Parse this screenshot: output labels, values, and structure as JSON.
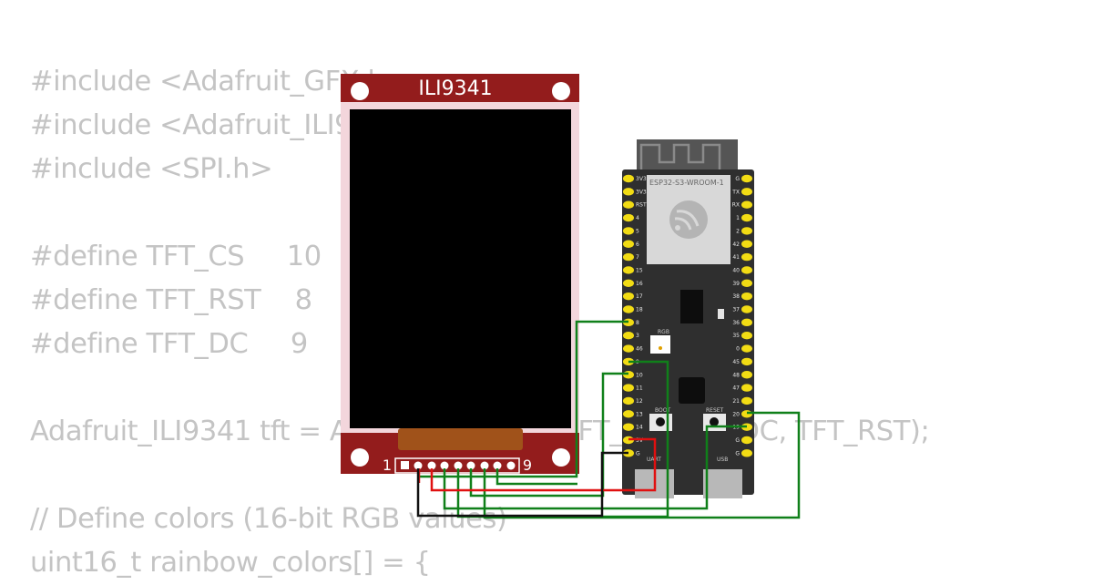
{
  "code": {
    "lines": [
      "#include <Adafruit_GFX.h>",
      "#include <Adafruit_ILI9341.h>",
      "#include <SPI.h>",
      "",
      "#define TFT_CS     10",
      "#define TFT_RST    8",
      "#define TFT_DC     9",
      "",
      "Adafruit_ILI9341 tft = Adafruit_ILI9341(TFT_CS, TFT_DC, TFT_RST);",
      "",
      "// Define colors (16-bit RGB values)",
      "uint16_t rainbow_colors[] = {"
    ]
  },
  "display": {
    "title": "ILI9341",
    "pin_first": "1",
    "pin_last": "9",
    "colors": {
      "board": "#931c1c",
      "screen": "#000000",
      "frame": "#f3d6dc",
      "ribbon": "#a0521a"
    }
  },
  "board": {
    "module_label": "ESP32-S3-WROOM-1",
    "rgb_label": "RGB",
    "boot_label": "BOOT",
    "reset_label": "RESET",
    "uart_label": "UART",
    "usb_label": "USB",
    "left_pins": [
      "3V3",
      "3V3",
      "RST",
      "4",
      "5",
      "6",
      "7",
      "15",
      "16",
      "17",
      "18",
      "8",
      "3",
      "46",
      "9",
      "10",
      "11",
      "12",
      "13",
      "14",
      "5V",
      "G"
    ],
    "right_pins": [
      "G",
      "TX",
      "RX",
      "1",
      "2",
      "42",
      "41",
      "40",
      "39",
      "38",
      "37",
      "36",
      "35",
      "0",
      "45",
      "48",
      "47",
      "21",
      "20",
      "19",
      "G",
      "G"
    ],
    "colors": {
      "pcb": "#2f2f2f",
      "pin": "#f2dc14",
      "module": "#d8d8d8",
      "antenna": "#555555"
    }
  },
  "wires": {
    "colors": {
      "green": "#10801a",
      "red": "#e01010",
      "black": "#111111"
    }
  }
}
